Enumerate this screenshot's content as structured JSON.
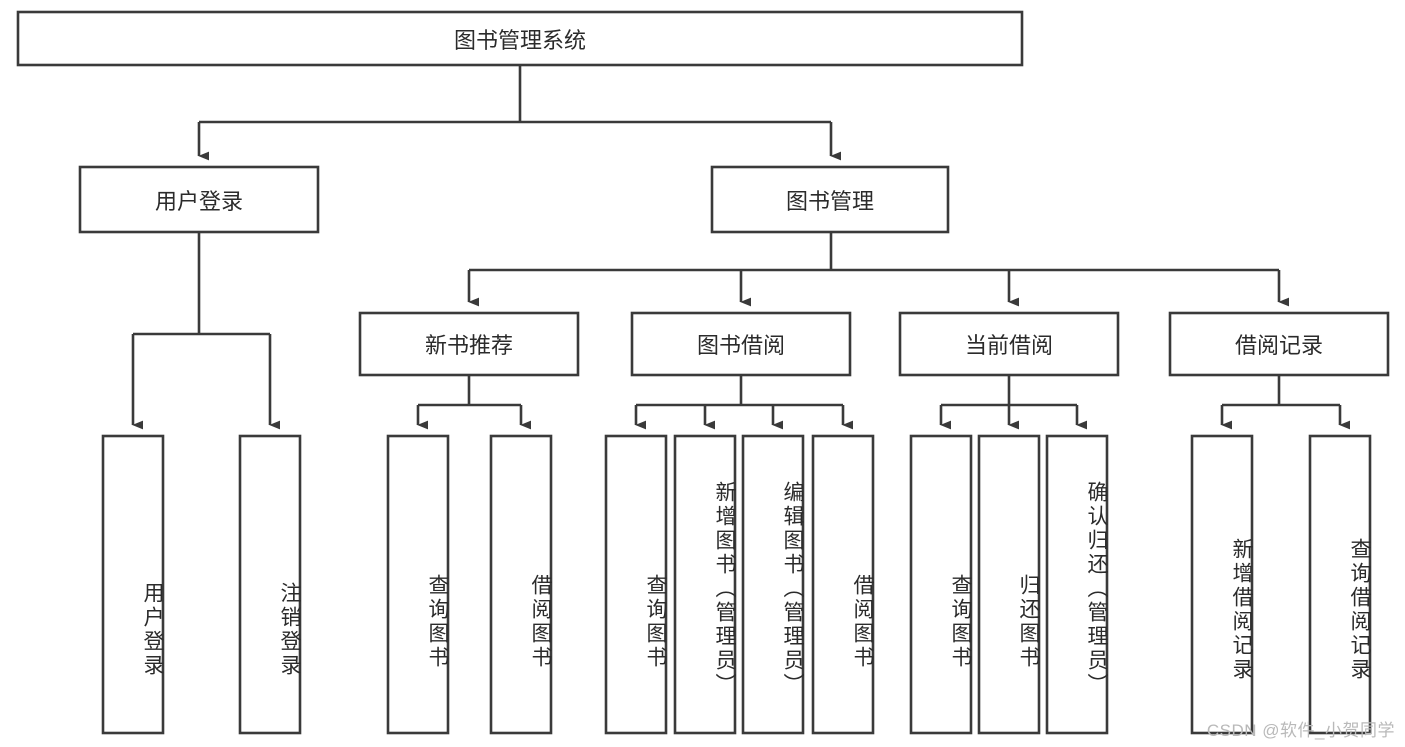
{
  "diagram": {
    "title": "图书管理系统",
    "watermark": "CSDN @软件_小贺同学",
    "root": {
      "label": "图书管理系统"
    },
    "level2": [
      {
        "label": "用户登录"
      },
      {
        "label": "图书管理"
      }
    ],
    "level3": [
      {
        "label": "新书推荐"
      },
      {
        "label": "图书借阅"
      },
      {
        "label": "当前借阅"
      },
      {
        "label": "借阅记录"
      }
    ],
    "leaves": [
      {
        "label": "用户登录"
      },
      {
        "label": "注销登录"
      },
      {
        "label": "查询图书"
      },
      {
        "label": "借阅图书"
      },
      {
        "label": "查询图书"
      },
      {
        "label": "新增图书（管理员）"
      },
      {
        "label": "编辑图书（管理员）"
      },
      {
        "label": "借阅图书"
      },
      {
        "label": "查询图书"
      },
      {
        "label": "归还图书"
      },
      {
        "label": "确认归还（管理员）"
      },
      {
        "label": "新增借阅记录"
      },
      {
        "label": "查询借阅记录"
      }
    ],
    "colors": {
      "stroke": "#3a3a3a",
      "fill": "#ffffff",
      "text": "#2b2b2b",
      "watermark": "#b9b9b9",
      "background": "#ffffff"
    }
  }
}
